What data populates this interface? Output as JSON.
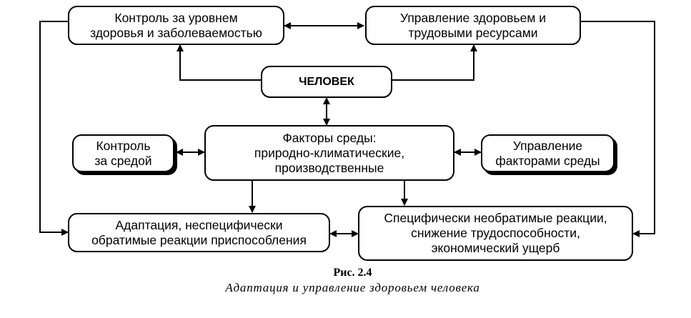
{
  "nodes": {
    "health_control": {
      "lines": [
        "Контроль за уровнем",
        "здоровья и заболеваемостью"
      ]
    },
    "health_management": {
      "lines": [
        "Управление здоровьем и",
        "трудовыми ресурсами"
      ]
    },
    "human": {
      "lines": [
        "ЧЕЛОВЕК"
      ]
    },
    "environment_control": {
      "lines": [
        "Контроль",
        "за средой"
      ]
    },
    "environment_factors": {
      "lines": [
        "Факторы среды:",
        "природно-климатические,",
        "производственные"
      ]
    },
    "factors_management": {
      "lines": [
        "Управление",
        "факторами среды"
      ]
    },
    "adaptation": {
      "lines": [
        "Адаптация, неспецифически",
        "обратимые реакции приспособления"
      ]
    },
    "specific_reactions": {
      "lines": [
        "Специфически необратимые реакции,",
        "снижение трудоспособности,",
        "экономический ущерб"
      ]
    }
  },
  "caption": {
    "label": "Рис. 2.4",
    "title": "Адаптация и управление здоровьем человека"
  }
}
